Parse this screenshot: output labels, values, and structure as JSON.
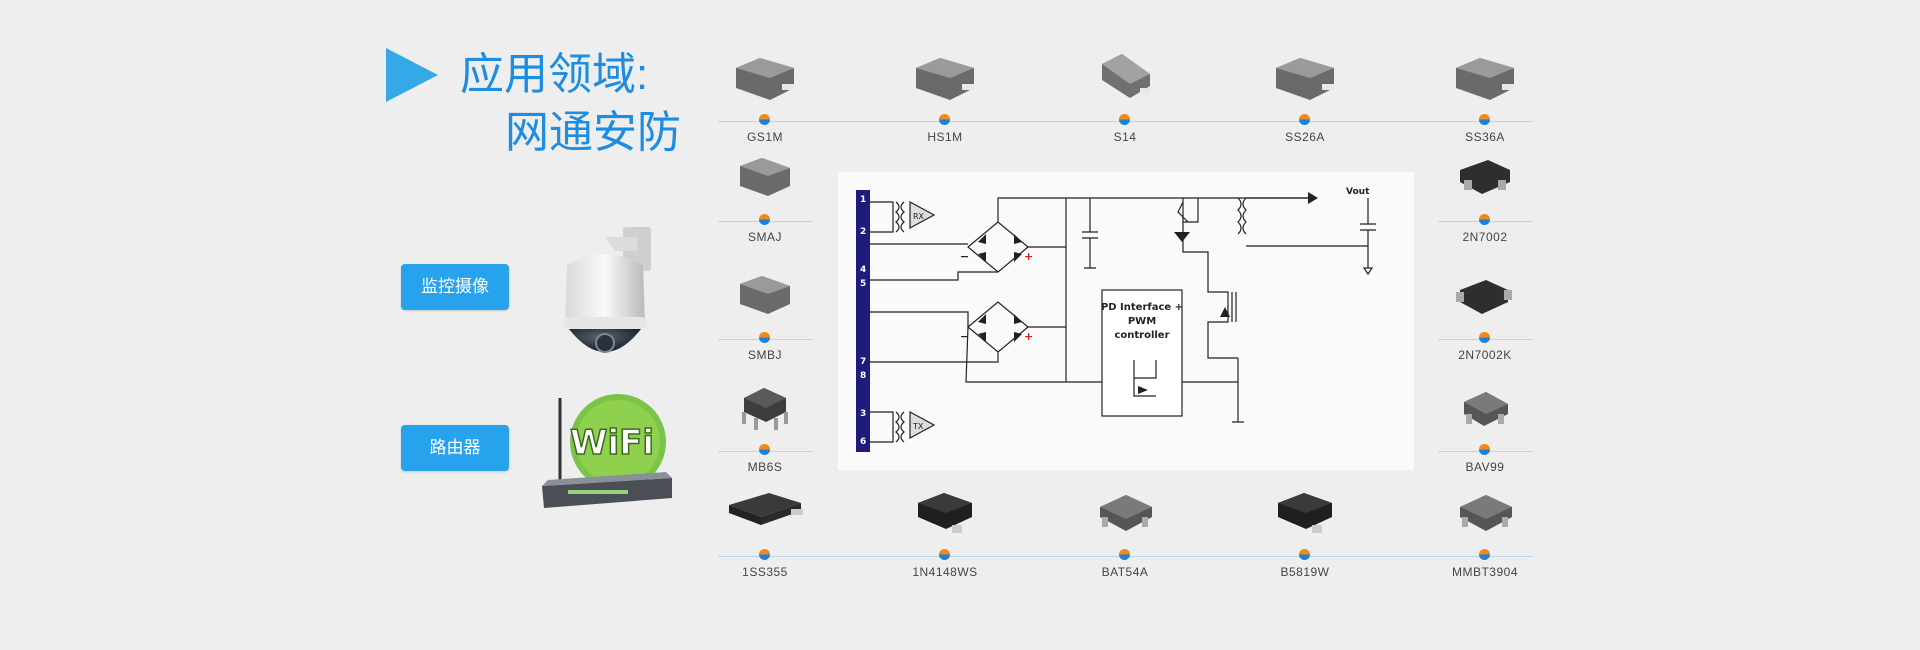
{
  "heading": {
    "line1": "应用领域:",
    "line2": "网通安防"
  },
  "categories": [
    {
      "label": "监控摄像"
    },
    {
      "label": "路由器"
    }
  ],
  "products": {
    "top_row": [
      "GS1M",
      "HS1M",
      "S14",
      "SS26A",
      "SS36A"
    ],
    "left_col": [
      "SMAJ",
      "SMBJ",
      "MB6S"
    ],
    "right_col": [
      "2N7002",
      "2N7002K",
      "BAV99"
    ],
    "bottom_row": [
      "1SS355",
      "1N4148WS",
      "BAT54A",
      "B5819W",
      "MMBT3904"
    ]
  },
  "circuit": {
    "pins": [
      "1",
      "2",
      "4",
      "5",
      "7",
      "8",
      "3",
      "6"
    ],
    "rx_label": "RX",
    "tx_label": "TX",
    "controller_label_1": "PD Interface +",
    "controller_label_2": "PWM",
    "controller_label_3": "controller",
    "vout_label": "Vout",
    "plus": "+",
    "minus": "−"
  },
  "router_brand": "WiFi",
  "colors": {
    "accent": "#27a2ec",
    "title": "#1c8de0",
    "dot_top": "#f08a1c",
    "dot_bottom": "#1f7fd6"
  }
}
